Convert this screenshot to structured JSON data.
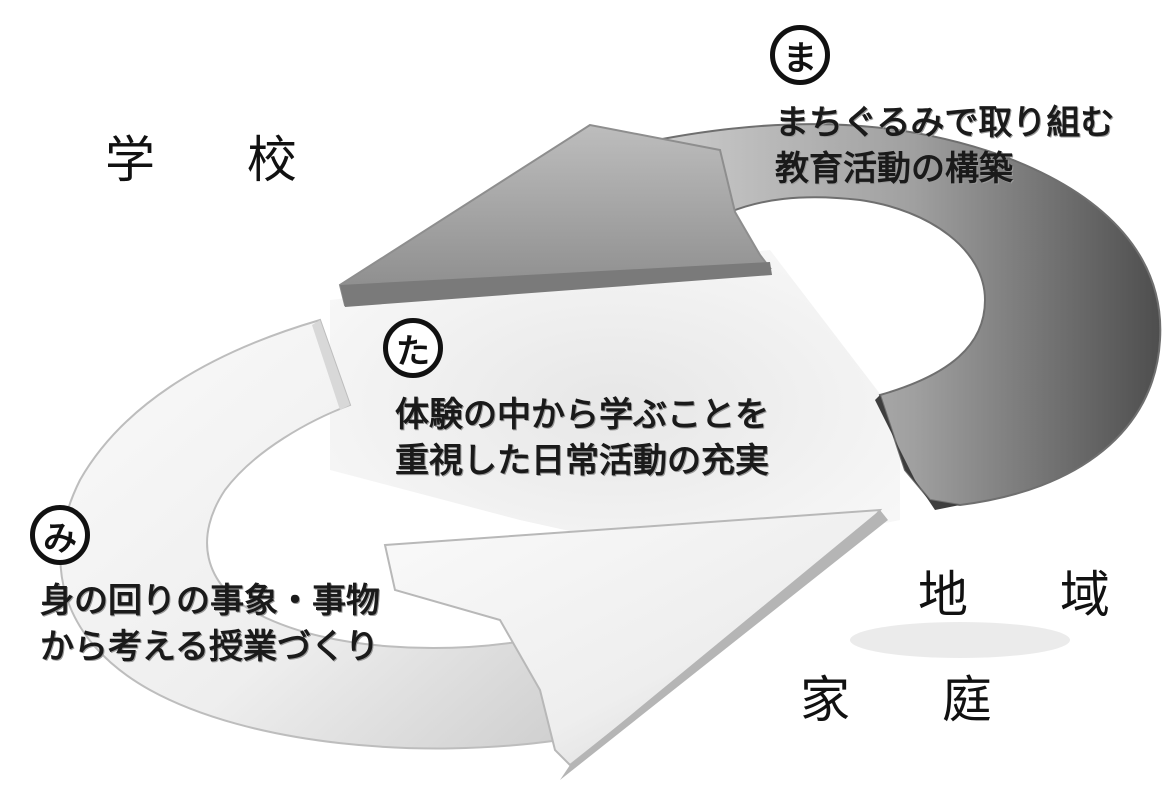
{
  "places": {
    "school": "学 校",
    "community": "地 域",
    "family": "家 庭"
  },
  "items": [
    {
      "key": "ma",
      "badge": "ま",
      "line1": "まちぐるみで取り組む",
      "line2": "教育活動の構築"
    },
    {
      "key": "ta",
      "badge": "た",
      "line1": "体験の中から学ぶことを",
      "line2": "重視した日常活動の充実"
    },
    {
      "key": "mi",
      "badge": "み",
      "line1": "身の回りの事象・事物",
      "line2": "から考える授業づくり"
    }
  ],
  "colors": {
    "dark_arrow_light": "#c8c8c8",
    "dark_arrow_dark": "#5a5a5a",
    "light_arrow": "#f2f2f2",
    "text": "#111111"
  }
}
